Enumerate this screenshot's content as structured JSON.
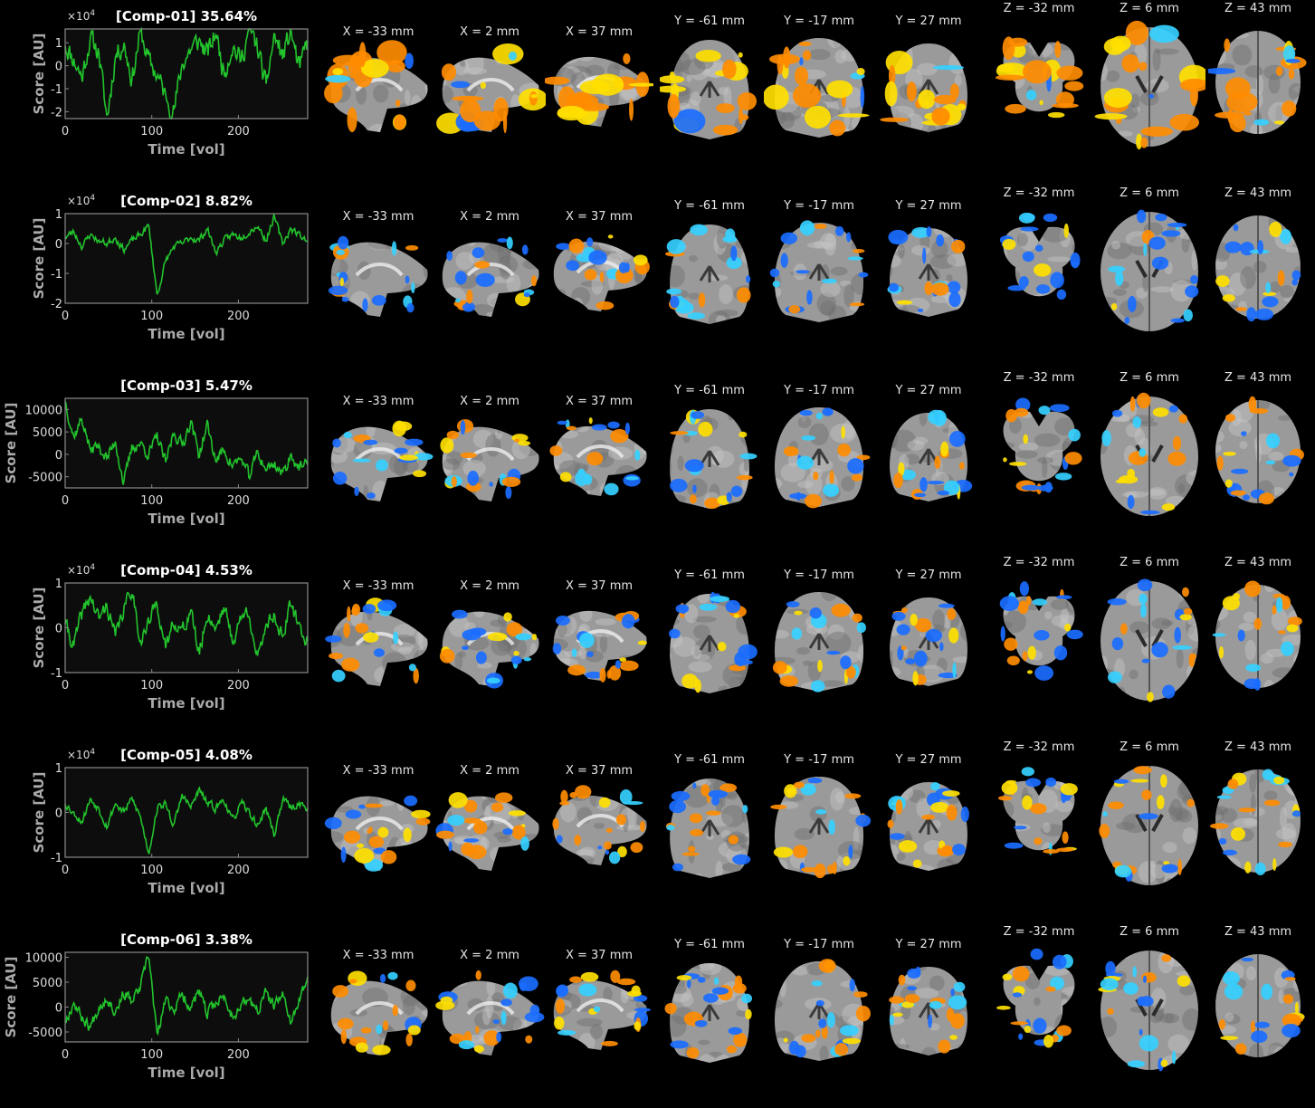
{
  "colors": {
    "background": "#000000",
    "plot_background": "#0d0d0d",
    "trace": "#22c32c",
    "axis": "#8a8a8a",
    "positive": "#ff8c00",
    "positive_strong": "#ffe000",
    "negative": "#1a6cff",
    "negative_strong": "#35d0ff",
    "anatomy": "#9a9a9a"
  },
  "slice_labels": [
    "X = -33 mm",
    "X = 2 mm",
    "X = 37 mm",
    "Y = -61 mm",
    "Y = -17 mm",
    "Y = 27 mm",
    "Z = -32 mm",
    "Z = 6 mm",
    "Z = 43 mm"
  ],
  "chart_data": [
    {
      "type": "line",
      "title": "[Comp-01] 35.64%",
      "xlabel": "Time [vol]",
      "ylabel": "Score [AU]",
      "exponent_label": "×10",
      "exponent": "4",
      "xlim": [
        0,
        280
      ],
      "xticks": [
        0,
        100,
        200
      ],
      "ylim": [
        -2.3,
        1.6
      ],
      "yticks": [
        -2,
        -1,
        0,
        1
      ],
      "ytick_labels": [
        "-2",
        "-1",
        "0",
        "1"
      ],
      "seed": 11,
      "amp": 0.75,
      "grid": false,
      "series": [
        {
          "values": [
            0.9,
            0.3,
            -0.5,
            1.2,
            0.6,
            -2.3,
            0.4,
            1.0,
            -0.6,
            1.5,
            0.2,
            -0.4,
            -1.3,
            -2.0,
            0.1,
            0.7,
            1.1,
            0.5,
            1.4,
            -0.3,
            0.9,
            0.2,
            1.6,
            0.8,
            -0.9,
            1.3,
            0.4,
            1.5,
            -0.2,
            1.1
          ]
        }
      ]
    },
    {
      "type": "line",
      "title": "[Comp-02] 8.82%",
      "xlabel": "Time [vol]",
      "ylabel": "Score [AU]",
      "exponent_label": "×10",
      "exponent": "4",
      "xlim": [
        0,
        280
      ],
      "xticks": [
        0,
        100,
        200
      ],
      "ylim": [
        -2.0,
        1.0
      ],
      "yticks": [
        -2,
        -1,
        0,
        1
      ],
      "ytick_labels": [
        "-2",
        "-1",
        "0",
        "1"
      ],
      "seed": 23,
      "amp": 0.18,
      "grid": false,
      "series": [
        {
          "values": [
            0.2,
            0.4,
            -0.1,
            0.3,
            0.1,
            0.0,
            0.2,
            -0.2,
            0.1,
            0.3,
            0.6,
            -1.75,
            -0.6,
            -0.1,
            0.0,
            0.2,
            0.1,
            0.5,
            -0.3,
            0.1,
            0.3,
            0.2,
            0.4,
            0.6,
            0.1,
            0.9,
            0.0,
            0.5,
            0.3,
            0.1
          ]
        }
      ]
    },
    {
      "type": "line",
      "title": "[Comp-03] 5.47%",
      "xlabel": "Time [vol]",
      "ylabel": "Score [AU]",
      "exponent_label": "",
      "exponent": "",
      "xlim": [
        0,
        280
      ],
      "xticks": [
        0,
        100,
        200
      ],
      "ylim": [
        -7500,
        12500
      ],
      "yticks": [
        -5000,
        0,
        5000,
        10000
      ],
      "ytick_labels": [
        "-5000",
        "0",
        "5000",
        "10000"
      ],
      "seed": 37,
      "amp": 2200,
      "grid": false,
      "series": [
        {
          "values": [
            12000,
            4000,
            8000,
            1000,
            2000,
            -1000,
            3000,
            -6500,
            1500,
            2500,
            0,
            4000,
            -2000,
            5000,
            2000,
            7500,
            0,
            6500,
            -1500,
            1000,
            -2500,
            -1000,
            -5000,
            500,
            -3500,
            -2000,
            -4500,
            0,
            -3000,
            -2500
          ]
        }
      ]
    },
    {
      "type": "line",
      "title": "[Comp-04] 4.53%",
      "xlabel": "Time [vol]",
      "ylabel": "Score [AU]",
      "exponent_label": "×10",
      "exponent": "4",
      "xlim": [
        0,
        280
      ],
      "xticks": [
        0,
        100,
        200
      ],
      "ylim": [
        -1.0,
        1.0
      ],
      "yticks": [
        -1,
        0,
        1
      ],
      "ytick_labels": [
        "-1",
        "0",
        "1"
      ],
      "seed": 41,
      "amp": 0.28,
      "grid": false,
      "series": [
        {
          "values": [
            0.1,
            -0.4,
            0.3,
            0.7,
            0.2,
            0.5,
            -0.2,
            0.4,
            0.9,
            -0.3,
            0.1,
            0.6,
            -0.5,
            0.2,
            -0.1,
            0.4,
            -0.6,
            0.3,
            0.0,
            0.5,
            -0.3,
            0.2,
            0.4,
            -0.8,
            0.1,
            0.3,
            -0.2,
            0.5,
            0.0,
            -0.3
          ]
        }
      ]
    },
    {
      "type": "line",
      "title": "[Comp-05] 4.08%",
      "xlabel": "Time [vol]",
      "ylabel": "Score [AU]",
      "exponent_label": "×10",
      "exponent": "4",
      "xlim": [
        0,
        280
      ],
      "xticks": [
        0,
        100,
        200
      ],
      "ylim": [
        -1.0,
        1.0
      ],
      "yticks": [
        -1,
        0,
        1
      ],
      "ytick_labels": [
        "-1",
        "0",
        "1"
      ],
      "seed": 53,
      "amp": 0.14,
      "grid": false,
      "series": [
        {
          "values": [
            0.2,
            0.0,
            -0.2,
            0.3,
            0.1,
            -0.3,
            0.2,
            0.0,
            0.3,
            -0.1,
            -0.9,
            0.1,
            0.2,
            -0.3,
            0.4,
            0.1,
            0.5,
            0.2,
            0.1,
            0.3,
            -0.2,
            0.2,
            0.0,
            -0.3,
            0.1,
            -0.5,
            0.3,
            0.1,
            0.2,
            0.1
          ]
        }
      ]
    },
    {
      "type": "line",
      "title": "[Comp-06] 3.38%",
      "xlabel": "Time [vol]",
      "ylabel": "Score [AU]",
      "exponent_label": "",
      "exponent": "",
      "xlim": [
        0,
        280
      ],
      "xticks": [
        0,
        100,
        200
      ],
      "ylim": [
        -7000,
        11000
      ],
      "yticks": [
        -5000,
        0,
        5000,
        10000
      ],
      "ytick_labels": [
        "-5000",
        "0",
        "5000",
        "10000"
      ],
      "seed": 67,
      "amp": 1800,
      "grid": false,
      "series": [
        {
          "values": [
            -3000,
            1000,
            -2000,
            -4000,
            0,
            2000,
            -1000,
            3000,
            1000,
            4000,
            10500,
            -6000,
            1500,
            -500,
            2500,
            0,
            3000,
            -1500,
            1000,
            2000,
            -2000,
            500,
            1500,
            -1000,
            3000,
            0,
            2500,
            -3000,
            1000,
            6000
          ]
        }
      ]
    }
  ]
}
